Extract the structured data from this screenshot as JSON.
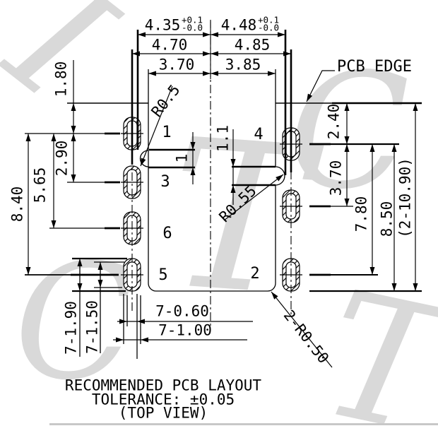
{
  "title": {
    "line1": "RECOMMENDED PCB LAYOUT",
    "line2": "TOLERANCE: ±0.05",
    "line3": "(TOP VIEW)"
  },
  "labels": {
    "pcb_edge": "PCB EDGE"
  },
  "dims": {
    "top": {
      "slot_left": "4.35",
      "slot_right": "4.48",
      "tol_plus": "+0.1",
      "tol_minus": "-0.0",
      "shell_left": "4.70",
      "shell_right": "4.85",
      "body_left": "3.70",
      "body_right": "3.85"
    },
    "left": {
      "edge_to_pad1": "1.80",
      "pad1_to_pad3": "2.90",
      "pad1_to_pad6": "5.65",
      "pad1_to_pad5": "8.40"
    },
    "right": {
      "edge_to_pad4": "2.40",
      "pad4_to_row2": "3.70",
      "pad4_to_pad2": "7.80",
      "pad4_to_bottom": "8.50",
      "overall": "(2-10.90)"
    },
    "inner": {
      "step_left": "1",
      "step_right": "1.1",
      "radius_corner": "R0.5",
      "radius_notch": "R0.55",
      "radius_bottom": "2-R0.50"
    },
    "pads": {
      "hole_width": "7-0.60",
      "pad_width": "7-1.00",
      "pad_height": "7-1.90",
      "hole_height": "7-1.50"
    }
  },
  "pad_numbers": {
    "p1": "1",
    "p2": "2",
    "p3": "3",
    "p4": "4",
    "p5": "5",
    "p6": "6"
  },
  "watermark": {
    "l1": "I",
    "l2": "T",
    "l3": "C",
    "l4": "C",
    "l5": "T"
  },
  "line_color": "#000000",
  "watermark_color": "#d9d9d9"
}
